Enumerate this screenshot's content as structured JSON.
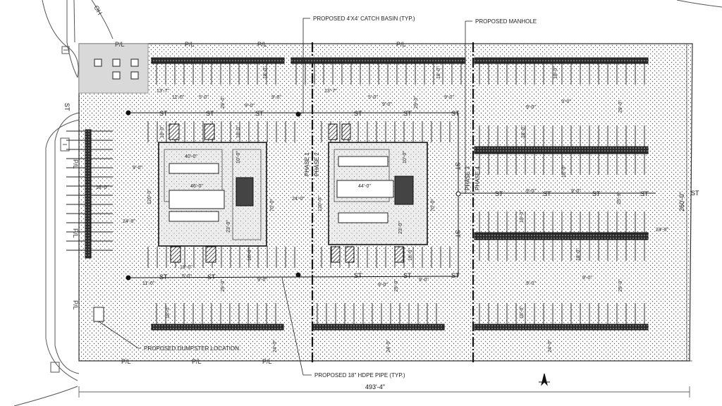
{
  "callouts": {
    "catch_basin": "PROPOSED 4'X4' CATCH BASIN (TYP.)",
    "manhole": "PROPOSED MANHOLE",
    "dumpster": "PROPOSED DUMPSTER LOCATION",
    "hdpe_pipe": "PROPOSED 18\" HDPE PIPE (TYP.)"
  },
  "markers": {
    "storm": "ST",
    "property_line": "P/L",
    "overhead": "OH"
  },
  "phases": {
    "phase1": "PHASE 1",
    "phase2": "PHASE 2",
    "phase3": "PHASE 3",
    "phase4": "PHASE 4"
  },
  "dimensions": {
    "overall_width": "493'-4\"",
    "overall_height": "260'-0\"",
    "d24": "24'-0\"",
    "d18": "18'-0\"",
    "d9": "9'-0\"",
    "d29": "29'-0\"",
    "d5": "5'-0\"",
    "d11": "11'-0\"",
    "d13_7": "13'-7\"",
    "d10": "10'-0\"",
    "d40": "40'-0\"",
    "d46": "46'-0\"",
    "d44": "44'-0\"",
    "d120": "120'-0\"",
    "d70": "70'-0\"",
    "d23": "23'-0\"",
    "d25_9": "25'-9\""
  },
  "labels": {
    "street_abbrev": "ST",
    "street_right": "ST"
  }
}
